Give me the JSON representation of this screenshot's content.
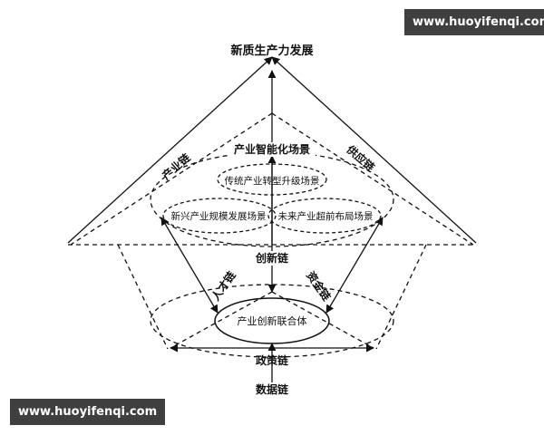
{
  "watermarks": {
    "top": "www.huoyifenqi.com",
    "bottom": "www.huoyifenqi.com"
  },
  "diagram": {
    "apex": "新质生产力发展",
    "left_edge": "产业链",
    "right_edge": "供应链",
    "scene_main": "产业智能化场景",
    "scene_top": "传统产业转型升级场景",
    "scene_left": "新兴产业规模发展场景",
    "scene_right": "未来产业超前布局场景",
    "innovation_chain": "创新链",
    "talent_chain": "人才链",
    "capital_chain": "资金链",
    "core": "产业创新联合体",
    "policy_chain": "政策链",
    "data_chain": "数据链"
  }
}
